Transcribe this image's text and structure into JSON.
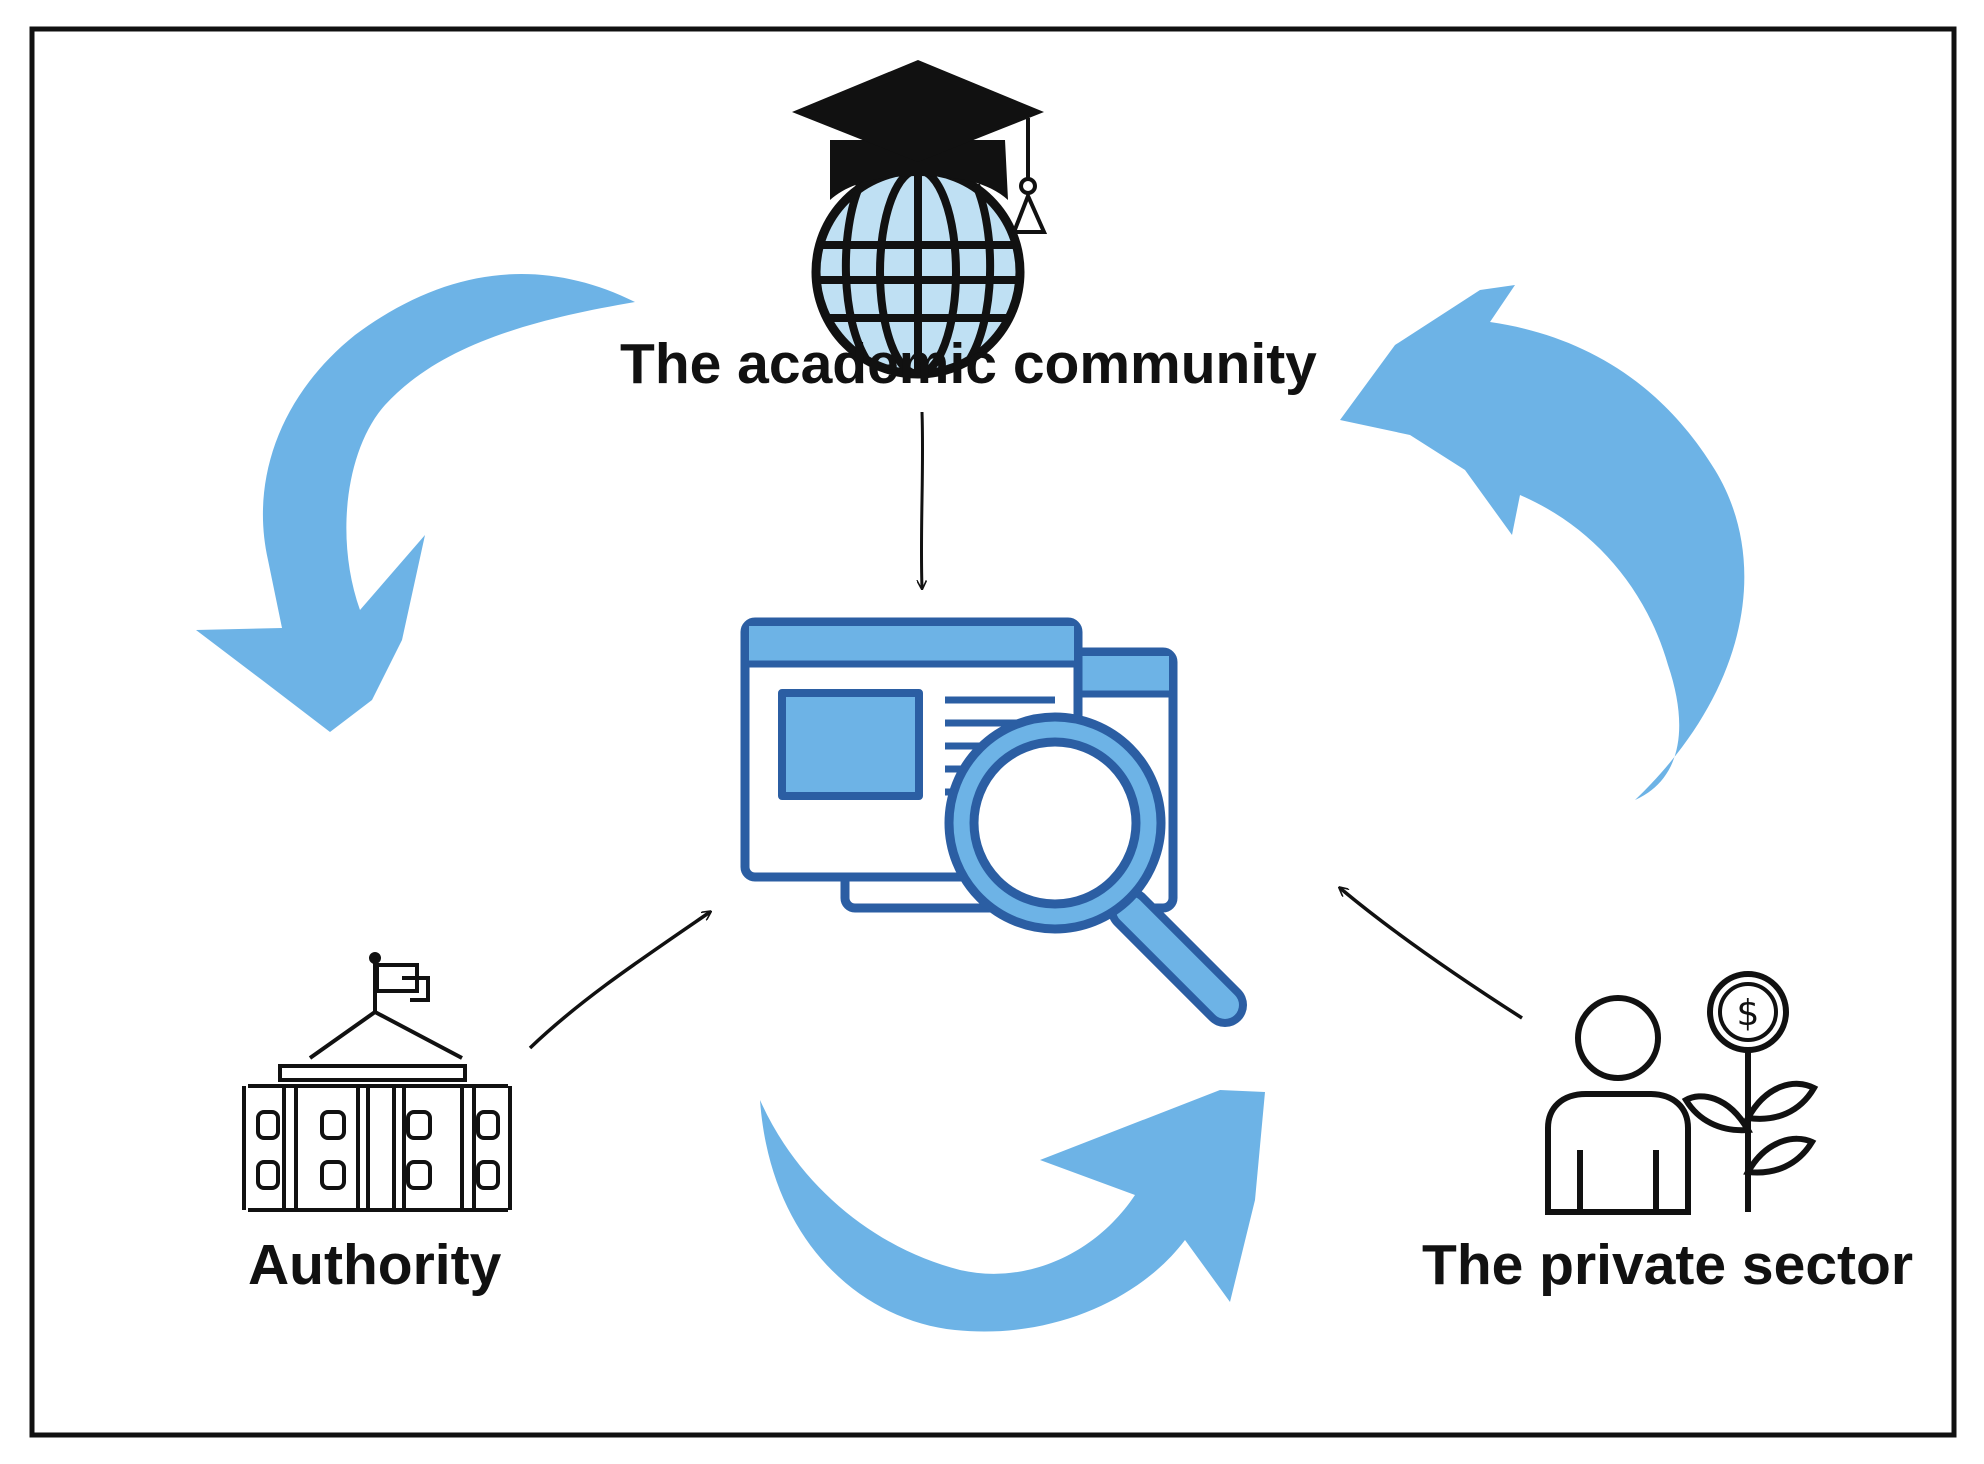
{
  "nodes": {
    "academic": {
      "label": "The academic community",
      "icon": "graduation-globe-icon"
    },
    "authority": {
      "label": "Authority",
      "icon": "government-building-icon"
    },
    "private": {
      "label": "The private sector",
      "icon": "investor-plant-icon"
    }
  },
  "center": {
    "icon": "research-magnifier-icon"
  },
  "colors": {
    "cycle_arrow": "#6db3e6",
    "icon_fill": "#6db3e6",
    "icon_stroke": "#2b5ea3",
    "line": "#111111",
    "frame": "#111111"
  }
}
